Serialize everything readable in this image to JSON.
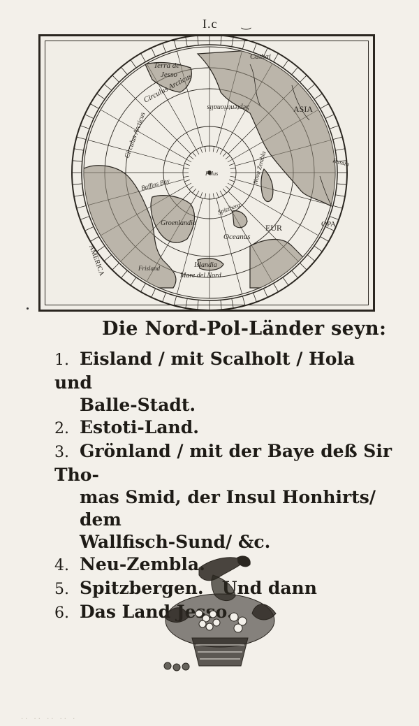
{
  "page": {
    "signature": "I.c",
    "heading": "Die Nord-Pol-Länder seyn:",
    "entries": [
      {
        "num": "1.",
        "line1": "Eisland / mit Scalholt / Hola und",
        "line2": "Balle-Stadt."
      },
      {
        "num": "2.",
        "line1": "Estoti-Land.",
        "line2": ""
      },
      {
        "num": "3.",
        "line1": "Grönland / mit der Baye deß Sir Tho-",
        "line2": "mas Smid, der Insul Honhirts/ dem",
        "line3": "Wallfisch-Sund/ &c."
      },
      {
        "num": "4.",
        "line1": "Neu-Zembla.",
        "line2": ""
      },
      {
        "num": "5.",
        "line1": "Spitzbergen.   Und dann",
        "line2": ""
      },
      {
        "num": "6.",
        "line1": "Das Land Jesso.",
        "line2": ""
      }
    ]
  },
  "map": {
    "center_label": "Polus",
    "labels": {
      "terra_de_jesso_1": "Terra de",
      "terra_de_jesso_2": "Jesso",
      "cathai": "Cathai",
      "asia": "ASIA",
      "circulus_arcticus": "Circulus Arcticus",
      "circulus_arcticus_left": "Circulus Arcticus",
      "america": "AMERICA",
      "baffins_bay": "Baffins Bay",
      "groenlandia": "Groenlandia",
      "frisland": "Frisland",
      "islandia": "Islandia",
      "oceanus": "Oceanus",
      "europa_1": "EUR",
      "europa_2": "OPA",
      "mare_del_nord": "Mare del Nord",
      "spitzberg": "Spitzberg",
      "nova_zembla": "Nova Zembla",
      "septentrionalis": "Septentrionalis",
      "russia": "Russia"
    }
  }
}
